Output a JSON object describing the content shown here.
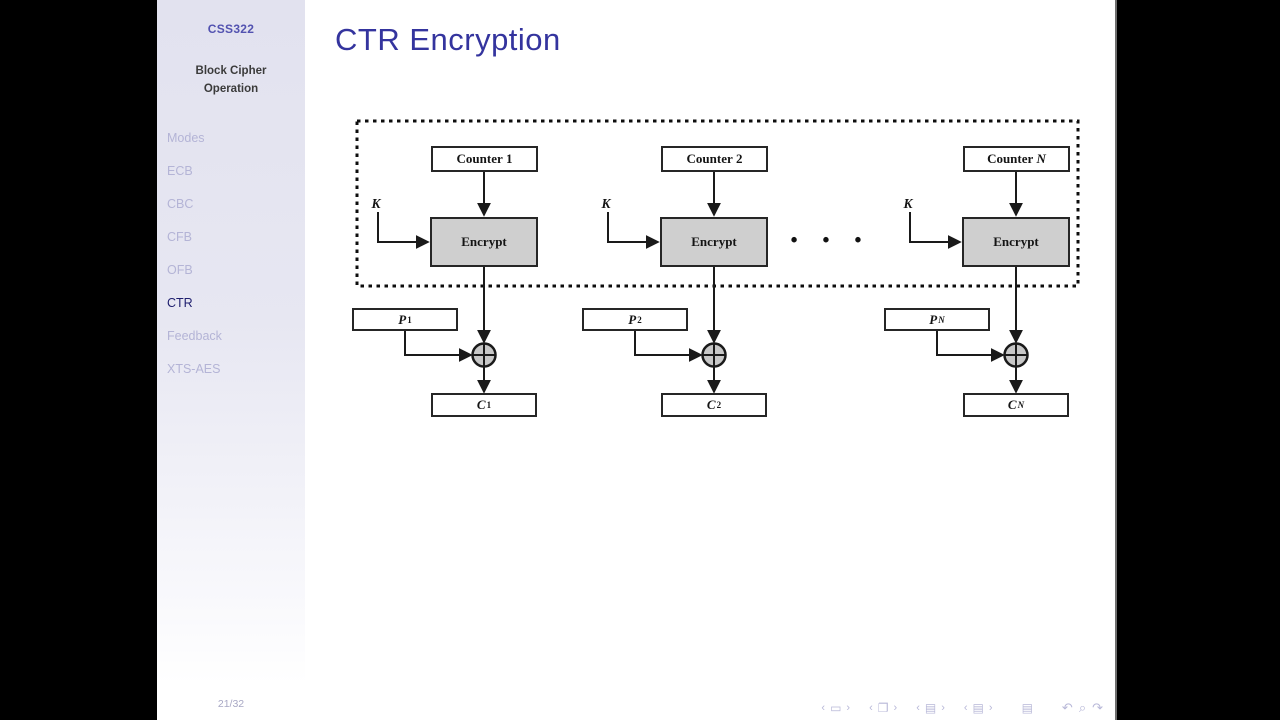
{
  "sidebar": {
    "course": "CSS322",
    "subtitle_line1": "Block Cipher",
    "subtitle_line2": "Operation",
    "items": [
      {
        "label": "Modes"
      },
      {
        "label": "ECB"
      },
      {
        "label": "CBC"
      },
      {
        "label": "CFB"
      },
      {
        "label": "OFB"
      },
      {
        "label": "CTR"
      },
      {
        "label": "Feedback"
      },
      {
        "label": "XTS-AES"
      }
    ],
    "page_number": "21/32"
  },
  "main": {
    "title": "CTR Encryption"
  },
  "diagram": {
    "columns": [
      {
        "counter_prefix": "Counter",
        "counter_index": "1",
        "key_label": "K",
        "encrypt_label": "Encrypt",
        "plain_base": "P",
        "plain_sub": "1",
        "cipher_base": "C",
        "cipher_sub": "1"
      },
      {
        "counter_prefix": "Counter",
        "counter_index": "2",
        "key_label": "K",
        "encrypt_label": "Encrypt",
        "plain_base": "P",
        "plain_sub": "2",
        "cipher_base": "C",
        "cipher_sub": "2"
      },
      {
        "counter_prefix": "Counter",
        "counter_index": "N",
        "key_label": "K",
        "encrypt_label": "Encrypt",
        "plain_base": "P",
        "plain_sub": "N",
        "cipher_base": "C",
        "cipher_sub": "N"
      }
    ],
    "ellipsis": "• • •"
  },
  "navbar": {
    "prev_arrow": "‹",
    "next_arrow": "›",
    "slide_glyph": "▭",
    "frame_glyph": "❐",
    "subsection_glyph": "▤",
    "section_glyph": "▤",
    "presentation_glyph": "▤",
    "back_glyph": "↶",
    "search_glyph": "⌕",
    "forward_glyph": "↷"
  },
  "colors": {
    "title_accent": "#34349e",
    "active_item": "#1e1e6e",
    "inactive_item": "#b4b4d6",
    "encrypt_fill": "#cfcfcf",
    "sidebar_top": "#e2e2ef"
  }
}
